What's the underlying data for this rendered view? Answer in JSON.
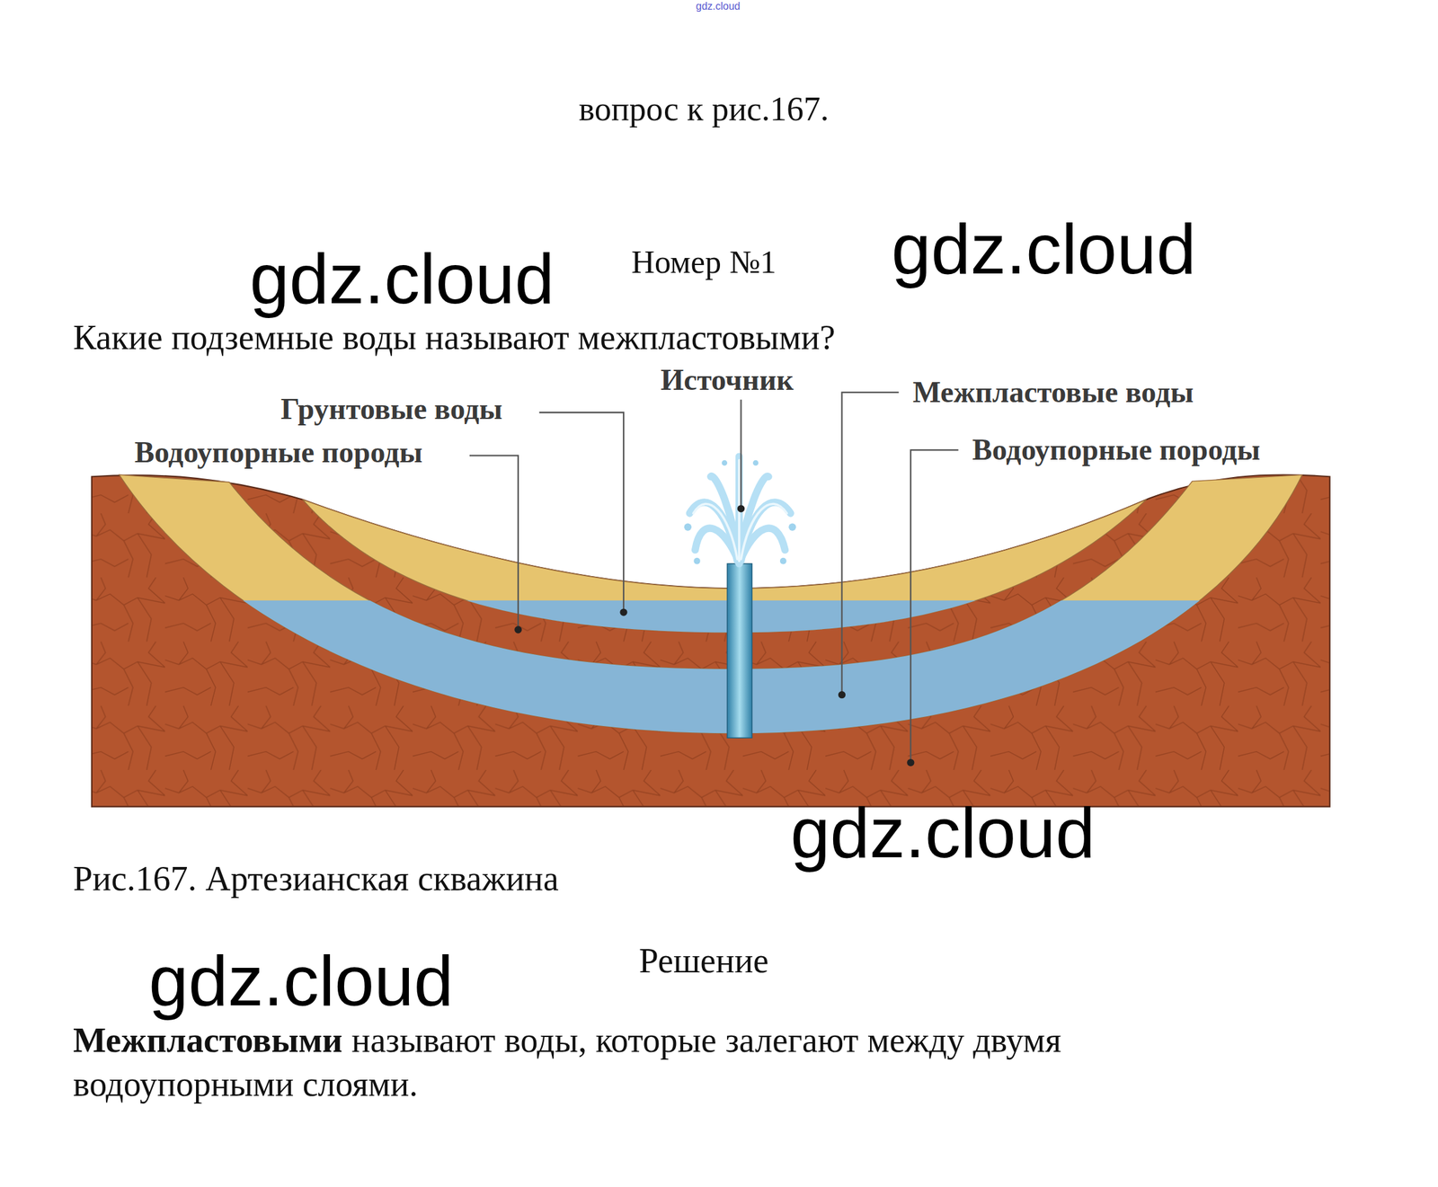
{
  "diagram": {
    "title": "вопрос к рис.167.",
    "caption": "Рис.167. Артезианская скважина",
    "labels": [
      "gdz.cloud",
      "Номер №1",
      "gdz.cloud",
      "gdz.cloud",
      "Какие подземные воды называют межпластовыми?",
      "Источник",
      "Грунтовые воды",
      "Межпластовые воды",
      "Водоупорные породы",
      "Водоупорные породы",
      "gdz.cloud",
      "Решение",
      "gdz.cloud",
      "Межпластовыми",
      "называют воды, которые залегают между двумя водоупорными слоями."
    ]
  }
}
